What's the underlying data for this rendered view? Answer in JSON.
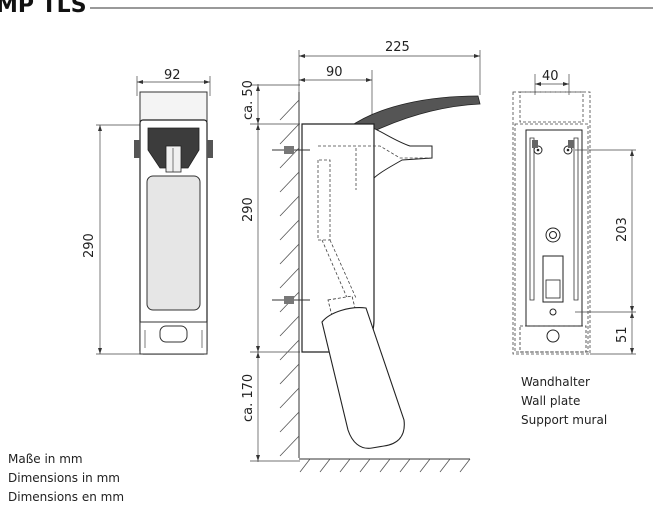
{
  "title": "MP TLS",
  "front_view": {
    "width_label": "92",
    "height_label": "290"
  },
  "side_view": {
    "total_depth_label": "225",
    "wall_depth_label": "90",
    "top_gap_label": "ca. 50",
    "body_height_label": "290",
    "bottom_gap_label": "ca. 170"
  },
  "wall_plate_view": {
    "width_label": "40",
    "hole_distance_label": "203",
    "bottom_offset_label": "51",
    "caption_de": "Wandhalter",
    "caption_en": "Wall plate",
    "caption_fr": "Support mural"
  },
  "units_note": {
    "de": "Maße in mm",
    "en": "Dimensions in mm",
    "fr": "Dimensions en mm"
  }
}
